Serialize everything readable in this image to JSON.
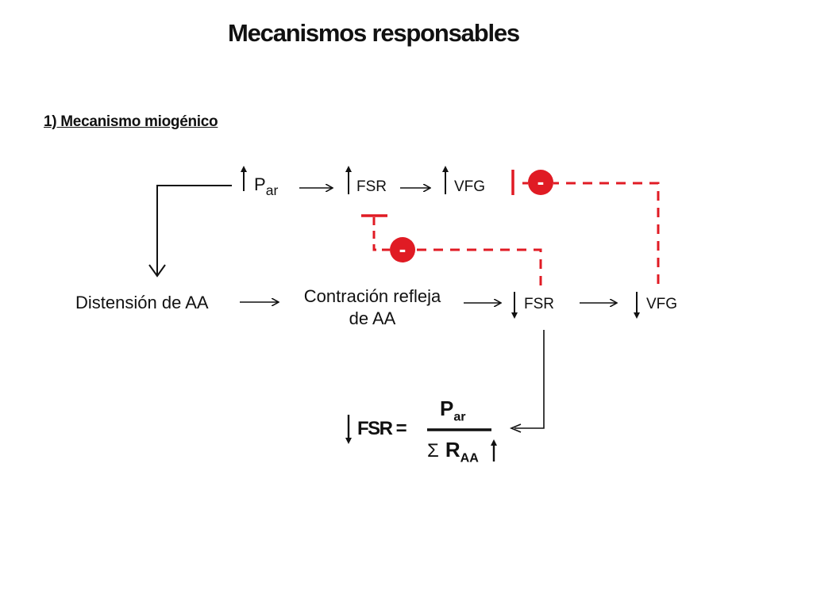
{
  "title": "Mecanismos responsables",
  "section_heading": "1) Mecanismo miogénico",
  "top_row": {
    "p_main": "P",
    "p_sub": "ar",
    "fsr": "FSR",
    "vfg": "VFG"
  },
  "bottom_row": {
    "distension": "Distensión de AA",
    "contraccion_line1": "Contración refleja",
    "contraccion_line2": "de AA",
    "fsr": "FSR",
    "vfg": "VFG"
  },
  "feedback_sign": "-",
  "equation": {
    "lhs": "FSR =",
    "numerator_main": "P",
    "numerator_sub": "ar",
    "sigma": "Σ",
    "denominator_main": "R",
    "denominator_sub": "AA"
  },
  "colors": {
    "feedback": "#e01b24",
    "text": "#111111"
  },
  "icons": {
    "arrow_up": "up-arrow-icon",
    "arrow_down": "down-arrow-icon",
    "arrow_right": "right-arrow-icon",
    "inhibit": "inhibit-bar-icon"
  }
}
